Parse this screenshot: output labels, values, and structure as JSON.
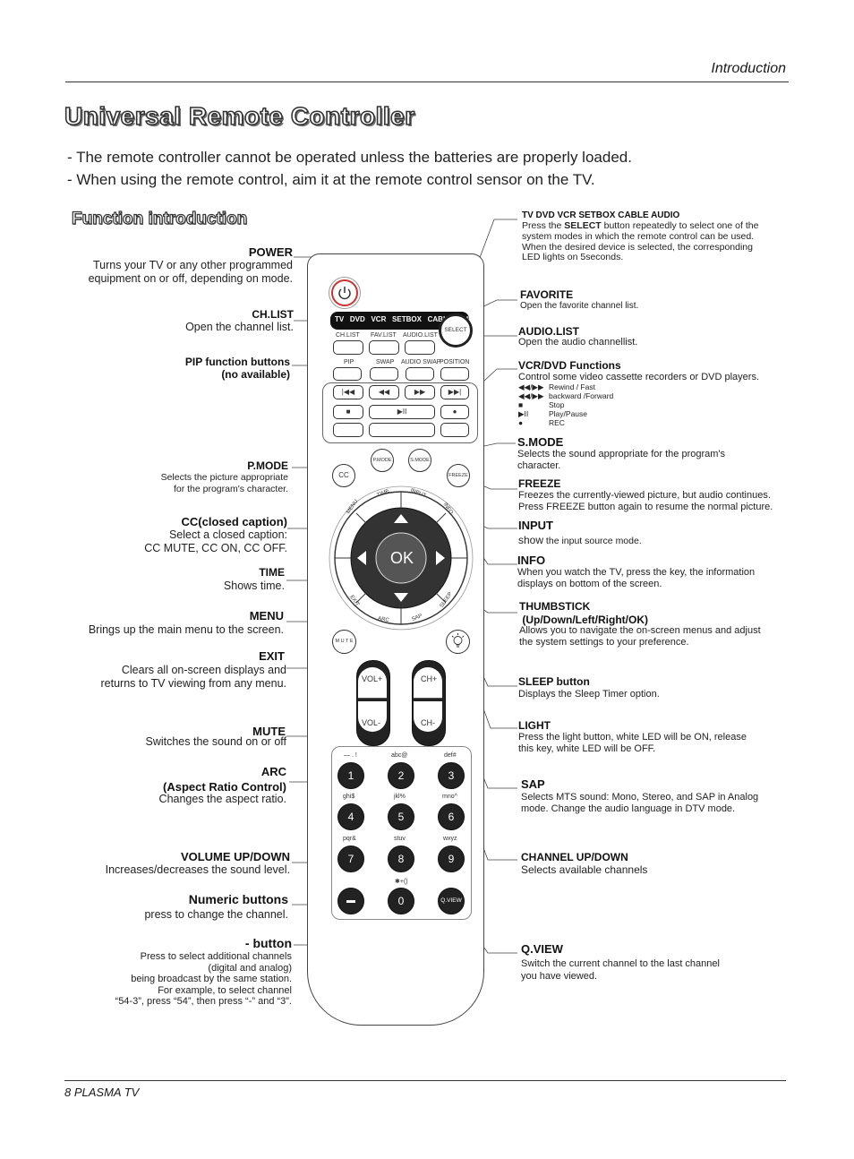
{
  "header": {
    "section": "Introduction"
  },
  "title": "Universal Remote Controller",
  "notes": [
    "- The remote controller cannot be operated unless the batteries are properly loaded.",
    "- When using the remote control, aim it at the remote control sensor on the TV."
  ],
  "subtitle": "Function introduction",
  "left": {
    "power": {
      "label": "POWER",
      "desc1": "Turns your TV or any other programmed",
      "desc2": "equipment on or off, depending on mode."
    },
    "chlist": {
      "label": "CH.LIST",
      "desc": "Open the channel list."
    },
    "pip": {
      "label1": "PIP function buttons",
      "label2": "(no available)"
    },
    "pmode": {
      "label": "P.MODE",
      "desc1": "Selects the picture appropriate",
      "desc2": "for the program's character."
    },
    "cc": {
      "label": "CC(closed caption)",
      "desc1": "Select a closed caption:",
      "desc2": "CC MUTE, CC ON, CC OFF."
    },
    "time": {
      "label": "TIME",
      "desc": "Shows time."
    },
    "menu": {
      "label": "MENU",
      "desc": "Brings up the main menu to the screen."
    },
    "exit": {
      "label": "EXIT",
      "desc1": "Clears all on-screen displays and",
      "desc2": "returns to TV viewing from any menu."
    },
    "mute": {
      "label": "MUTE",
      "desc": "Switches the sound on or off"
    },
    "arc": {
      "label1": "ARC",
      "label2": "(Aspect Ratio Control)",
      "desc": "Changes the aspect ratio."
    },
    "volume": {
      "label": "VOLUME UP/DOWN",
      "desc": "Increases/decreases the sound level."
    },
    "numeric": {
      "label": "Numeric buttons",
      "desc": "press to change the channel."
    },
    "dash": {
      "label": "- button",
      "desc1": "Press to select additional channels",
      "desc2": "(digital and analog)",
      "desc3": "being broadcast by the same station.",
      "desc4": "For example, to select channel",
      "desc5": "“54-3”, press “54”, then press “-” and “3”."
    }
  },
  "right": {
    "mode": {
      "label": "TV DVD VCR SETBOX CABLE AUDIO",
      "desc1_pre": "Press the ",
      "desc1_bold": "SELECT",
      "desc1_post": " button repeatedly to select one of the",
      "desc2": "system modes in which the remote control can be used.",
      "desc3": "When the desired device is selected, the corresponding",
      "desc4": "LED lights on 5seconds."
    },
    "favorite": {
      "label": "FAVORITE",
      "desc": "Open the favorite channel list."
    },
    "audiolist": {
      "label": "AUDIO.LIST",
      "desc": "Open the audio channellist."
    },
    "vcr": {
      "label": "VCR/DVD Functions",
      "desc": "Control some video cassette recorders or DVD players.",
      "items": [
        {
          "icon": "◀◀/▶▶",
          "text": "Rewind / Fast"
        },
        {
          "icon": "◀◀/▶▶",
          "text": "backward /Forward"
        },
        {
          "icon": "■",
          "text": "Stop"
        },
        {
          "icon": "▶II",
          "text": "Play/Pause"
        },
        {
          "icon": "●",
          "text": "REC"
        }
      ]
    },
    "smode": {
      "label": "S.MODE",
      "desc1": "Selects the sound appropriate for the program's",
      "desc2": "character."
    },
    "freeze": {
      "label": "FREEZE",
      "desc1": "Freezes the currently-viewed picture, but audio continues.",
      "desc2": "Press FREEZE button again to resume the normal picture."
    },
    "input": {
      "label": "INPUT",
      "desc_a": "show",
      "desc_b": " the input source mode."
    },
    "info": {
      "label": "INFO",
      "desc1": "When you watch the TV, press the key, the information",
      "desc2": "displays on bottom of the screen."
    },
    "thumb": {
      "label1": "THUMBSTICK",
      "label2": "(Up/Down/Left/Right/OK)",
      "desc1": "Allows you to navigate the on-screen menus and adjust",
      "desc2": "the system settings to your preference."
    },
    "sleep": {
      "label": "SLEEP button",
      "desc": "Displays the Sleep Timer option."
    },
    "light": {
      "label": "LIGHT",
      "desc1": "Press the light button, white LED will be ON, release",
      "desc2": "this key, white LED will be OFF."
    },
    "sap": {
      "label": "SAP",
      "desc1": "Selects MTS sound: Mono, Stereo, and SAP in Analog",
      "desc2": "mode. Change the audio language in DTV mode."
    },
    "channel": {
      "label": "CHANNEL UP/DOWN",
      "desc": "Selects available channels"
    },
    "qview": {
      "label": "Q.VIEW",
      "desc1": "Switch the current channel to the last channel",
      "desc2": "you have viewed."
    }
  },
  "remote": {
    "modes": [
      "TV",
      "DVD",
      "VCR",
      "SETBOX",
      "CABLE",
      "AUDIO"
    ],
    "select": "SELECT",
    "row1": [
      "CH.LIST",
      "FAV.LIST",
      "AUDIO.LIST"
    ],
    "row2": [
      "PIP",
      "SWAP",
      "AUDIO SWAP",
      "POSITION"
    ],
    "transport": [
      "|◀◀",
      "◀◀",
      "▶▶",
      "▶▶|"
    ],
    "transport2": [
      "■",
      "▶II",
      "●"
    ],
    "pmode": "P.MODE",
    "smode": "S.MODE",
    "cc": "CC",
    "freeze": "FREEZE",
    "ring": [
      "MENU",
      "TIME",
      "INPUT",
      "INFO",
      "EXIT",
      "ARC",
      "SAP",
      "SLEEP"
    ],
    "ok": "OK",
    "mute": "M U T E",
    "vol_up": "VOL+",
    "vol_down": "VOL-",
    "ch_up": "CH+",
    "ch_down": "CH-",
    "keys": [
      {
        "num": "1",
        "sub": "—  .  !"
      },
      {
        "num": "2",
        "sub": "abc@"
      },
      {
        "num": "3",
        "sub": "def#"
      },
      {
        "num": "4",
        "sub": "ghi$"
      },
      {
        "num": "5",
        "sub": "jkl%"
      },
      {
        "num": "6",
        "sub": "mno^"
      },
      {
        "num": "7",
        "sub": "pqr&"
      },
      {
        "num": "8",
        "sub": "stuv"
      },
      {
        "num": "9",
        "sub": "wxyz"
      },
      {
        "num": "0",
        "sub": "✱+()"
      }
    ],
    "qview": "Q.VIEW"
  },
  "footer": "8   PLASMA TV"
}
